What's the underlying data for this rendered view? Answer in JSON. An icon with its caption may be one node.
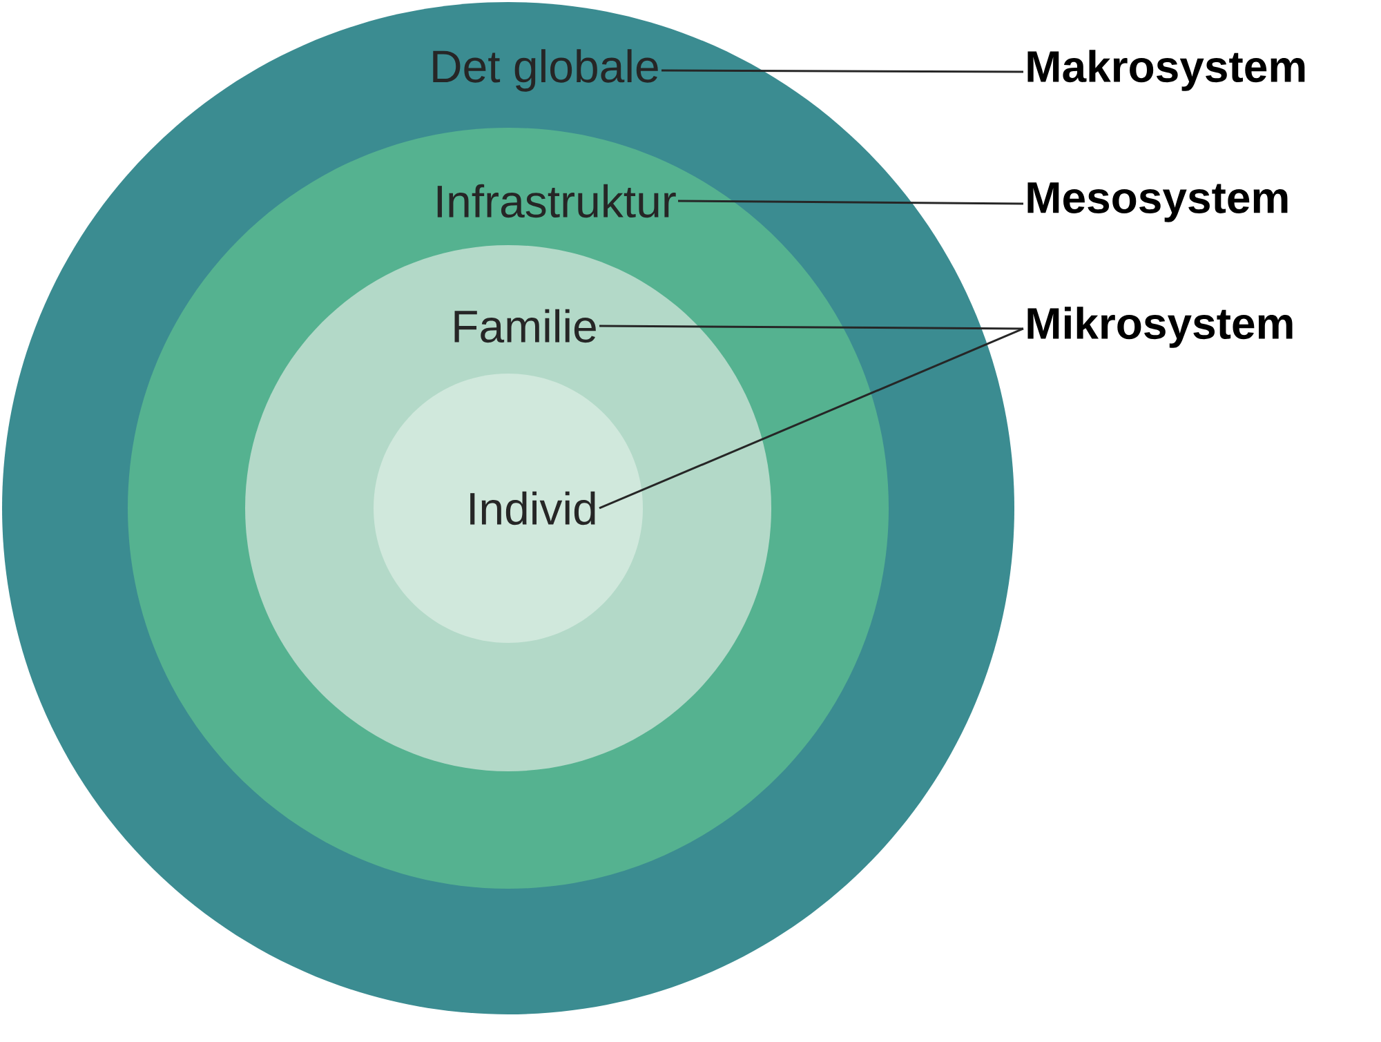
{
  "diagram": {
    "nodes": [
      {
        "text": [
          "Det globale"
        ]
      },
      {
        "text": [
          "Infrastruktur"
        ],
        "in": 0
      },
      {
        "text": [
          "Familie"
        ],
        "in": 1
      },
      {
        "text": [
          "Individ"
        ],
        "in": 2
      },
      {
        "text": [
          "Makrosystem"
        ]
      },
      {
        "text": [
          "Mesosystem"
        ]
      },
      {
        "text": [
          "Mikrosystem"
        ]
      }
    ],
    "edges": [
      {
        "from": 4,
        "to": 0,
        "arrow": "none"
      },
      {
        "from": 5,
        "to": 1,
        "arrow": "none"
      },
      {
        "from": 6,
        "to": 2,
        "arrow": "none"
      },
      {
        "from": 6,
        "to": 3,
        "arrow": "none"
      }
    ]
  }
}
